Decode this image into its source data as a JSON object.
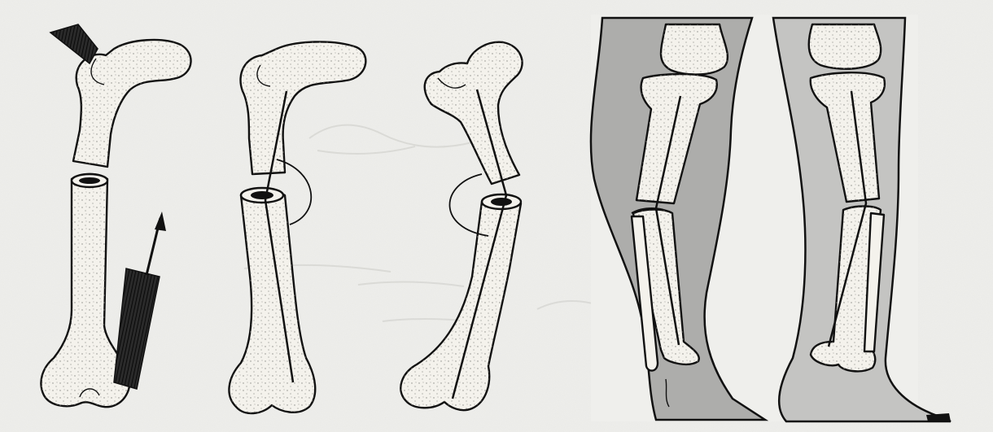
{
  "colors": {
    "paper": "#efefec",
    "paper_shadow": "#e3e3df",
    "ink": "#111111",
    "bone_fill": "#f4f2ec",
    "bone_speckle": "#8a8a86",
    "leg_shading": "#adadab",
    "leg_shading_light": "#c4c4c2",
    "muscle": "#2a2a2a"
  },
  "panels": [
    {
      "name": "femur-fracture-muscle-pull",
      "icons": [
        "femur-proximal-fragment",
        "femur-distal-fragment",
        "muscle-bundle-icon",
        "pull-arrow-icon"
      ]
    },
    {
      "name": "femur-nail-varus-angulation",
      "icons": [
        "femur-proximal-fragment",
        "femur-distal-fragment",
        "intramedullary-nail",
        "angulation-arc-icon"
      ]
    },
    {
      "name": "femur-nail-valgus-angulation",
      "icons": [
        "femur-proximal-fragment",
        "femur-distal-fragment",
        "intramedullary-nail",
        "angulation-arc-icon"
      ]
    },
    {
      "name": "leg-tibia-nail-aligned",
      "icons": [
        "leg-outline",
        "knee-condyle",
        "tibia-fragments",
        "fibula",
        "intramedullary-nail"
      ]
    },
    {
      "name": "leg-tibia-nail-misaligned",
      "icons": [
        "leg-outline",
        "knee-condyle",
        "tibia-fragments",
        "fibula",
        "intramedullary-nail"
      ]
    }
  ]
}
